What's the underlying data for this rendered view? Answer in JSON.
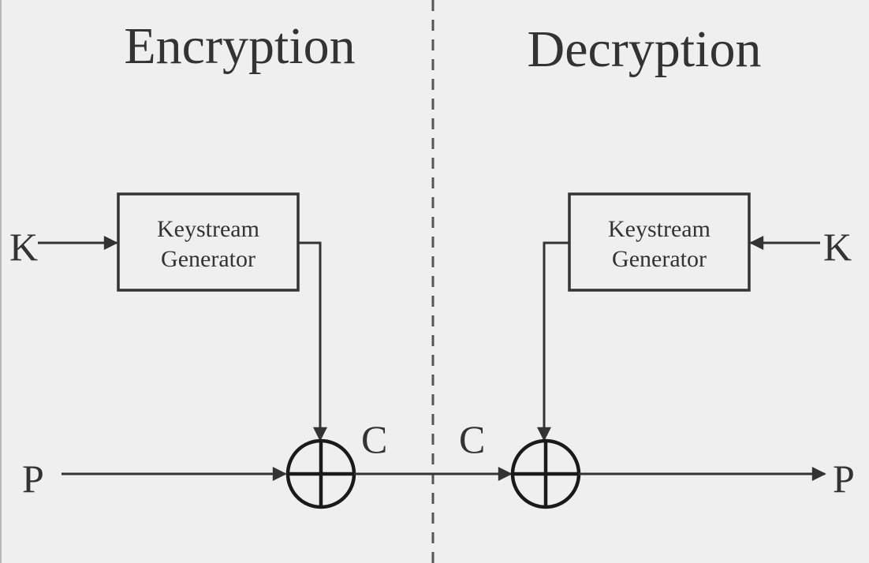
{
  "sections": {
    "left_title": "Encryption",
    "right_title": "Decryption"
  },
  "encryption": {
    "key_label": "K",
    "keystream_line1": "Keystream",
    "keystream_line2": "Generator",
    "plaintext_label": "P",
    "ciphertext_label": "C"
  },
  "decryption": {
    "key_label": "K",
    "keystream_line1": "Keystream",
    "keystream_line2": "Generator",
    "ciphertext_label": "C",
    "plaintext_label": "P"
  },
  "colors": {
    "background": "#efefef",
    "stroke": "#333333"
  }
}
